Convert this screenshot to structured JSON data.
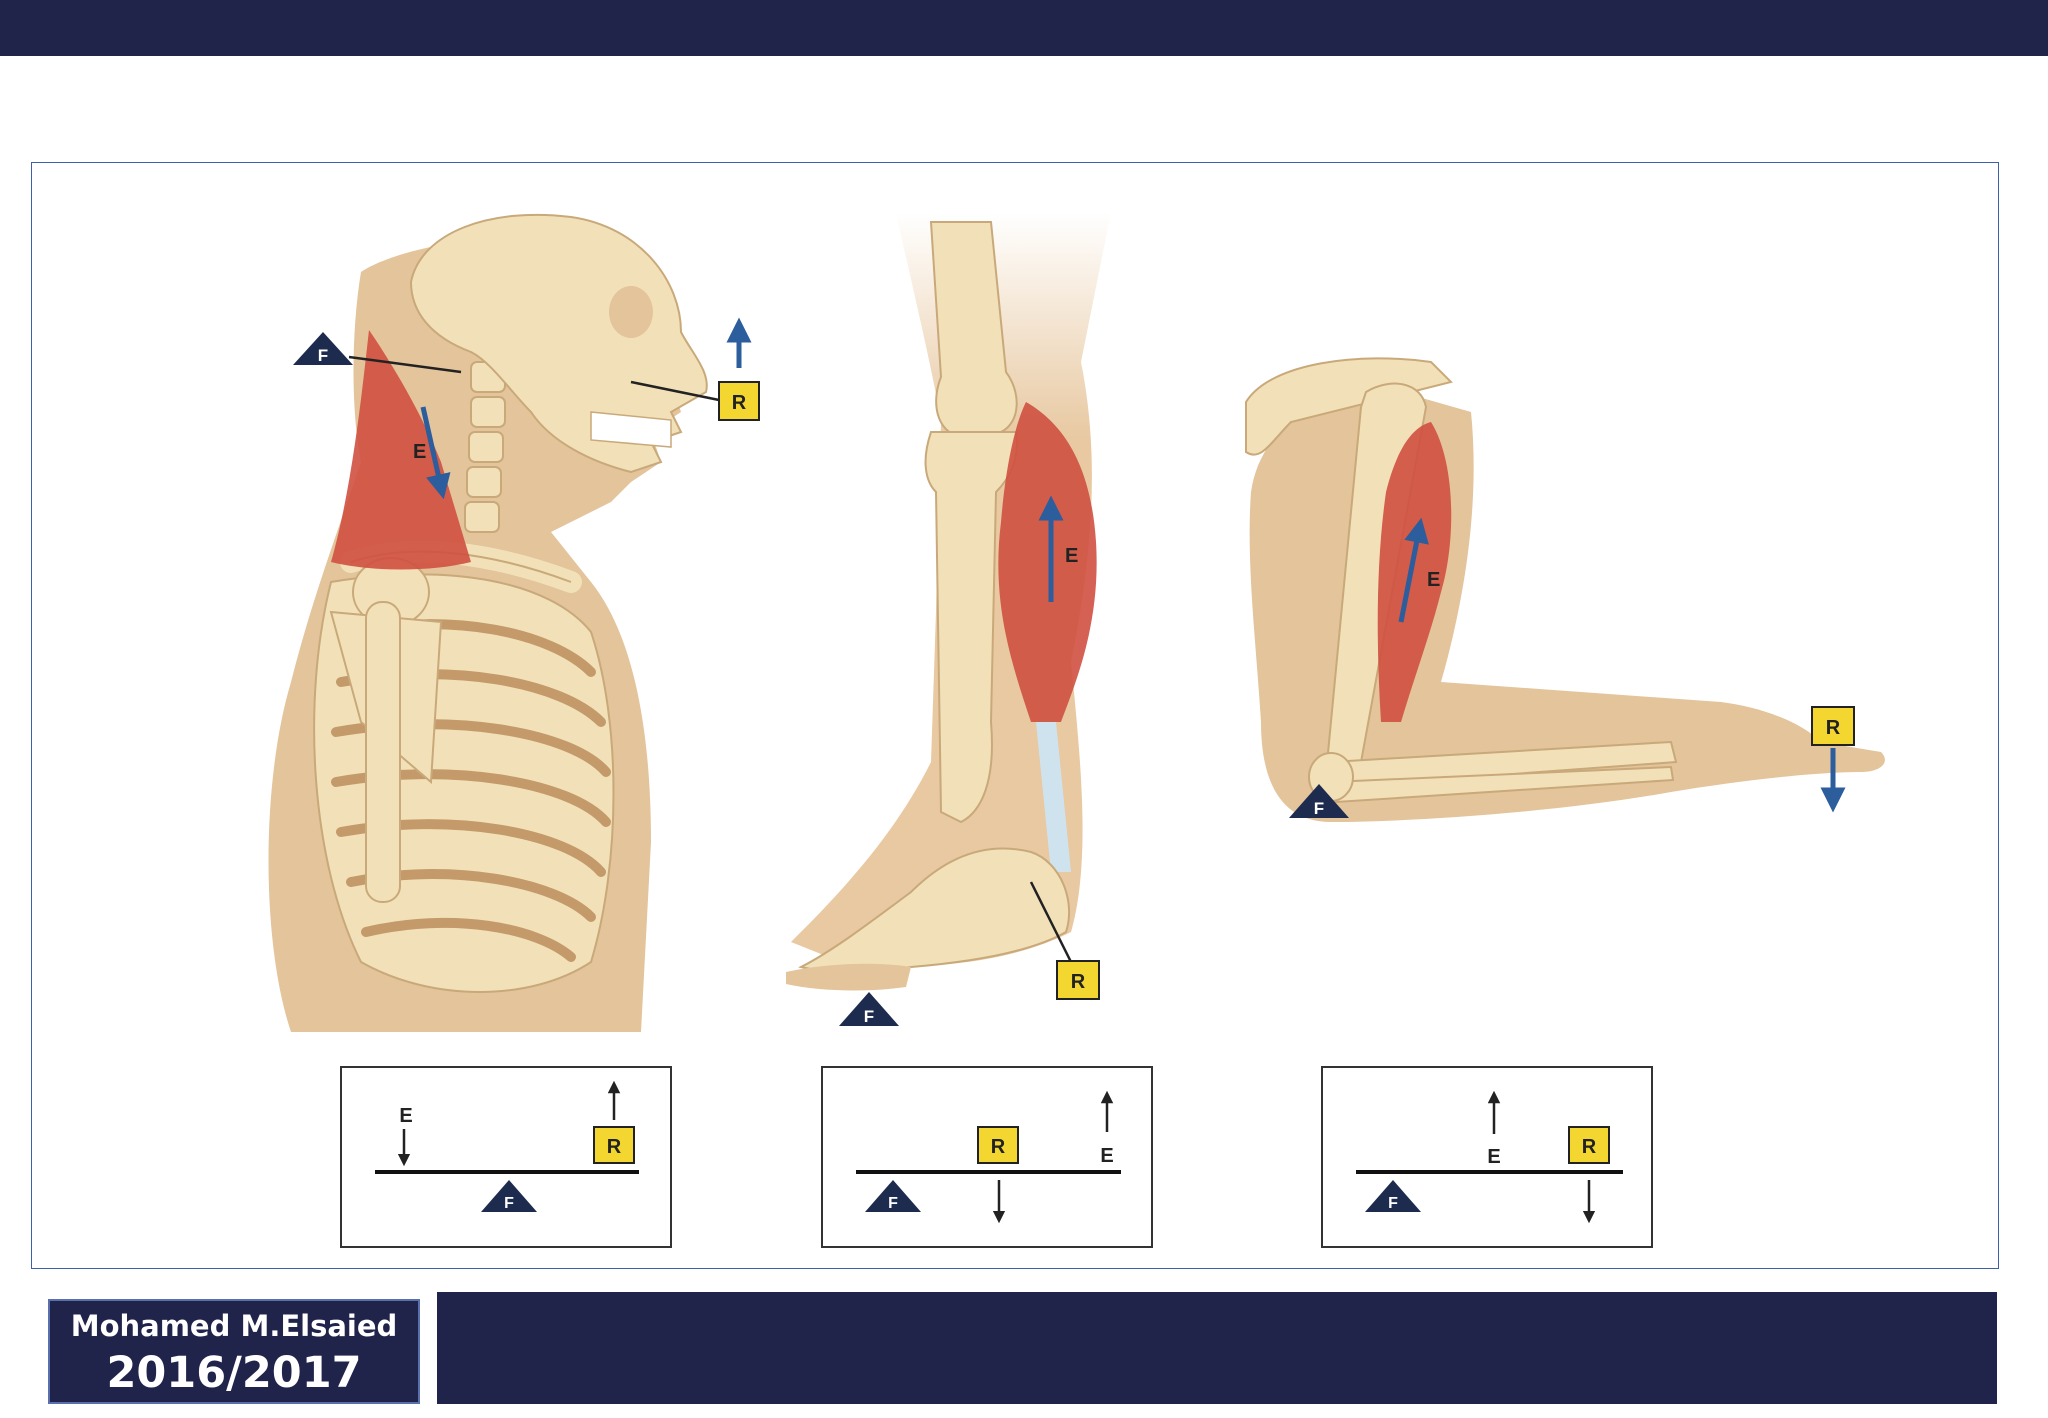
{
  "header": {
    "bar_color": "#20234a"
  },
  "footer": {
    "author": "Mohamed M.Elsaied",
    "year": "2016/2017",
    "bar_color": "#20234a"
  },
  "legend_symbols": {
    "fulcrum": "F",
    "resistance": "R",
    "effort": "E"
  },
  "colors": {
    "fulcrum_triangle": "#1c2b4e",
    "resistance_box": "#f3d630",
    "arrow": "#2c5d9c",
    "muscle": "#cf5040",
    "bone": "#f5e6c0",
    "skin": "#dcb48a"
  },
  "panels": [
    {
      "name": "head-neck",
      "lever": "first-class"
    },
    {
      "name": "foot-calf",
      "lever": "second-class"
    },
    {
      "name": "arm-biceps",
      "lever": "third-class"
    }
  ]
}
